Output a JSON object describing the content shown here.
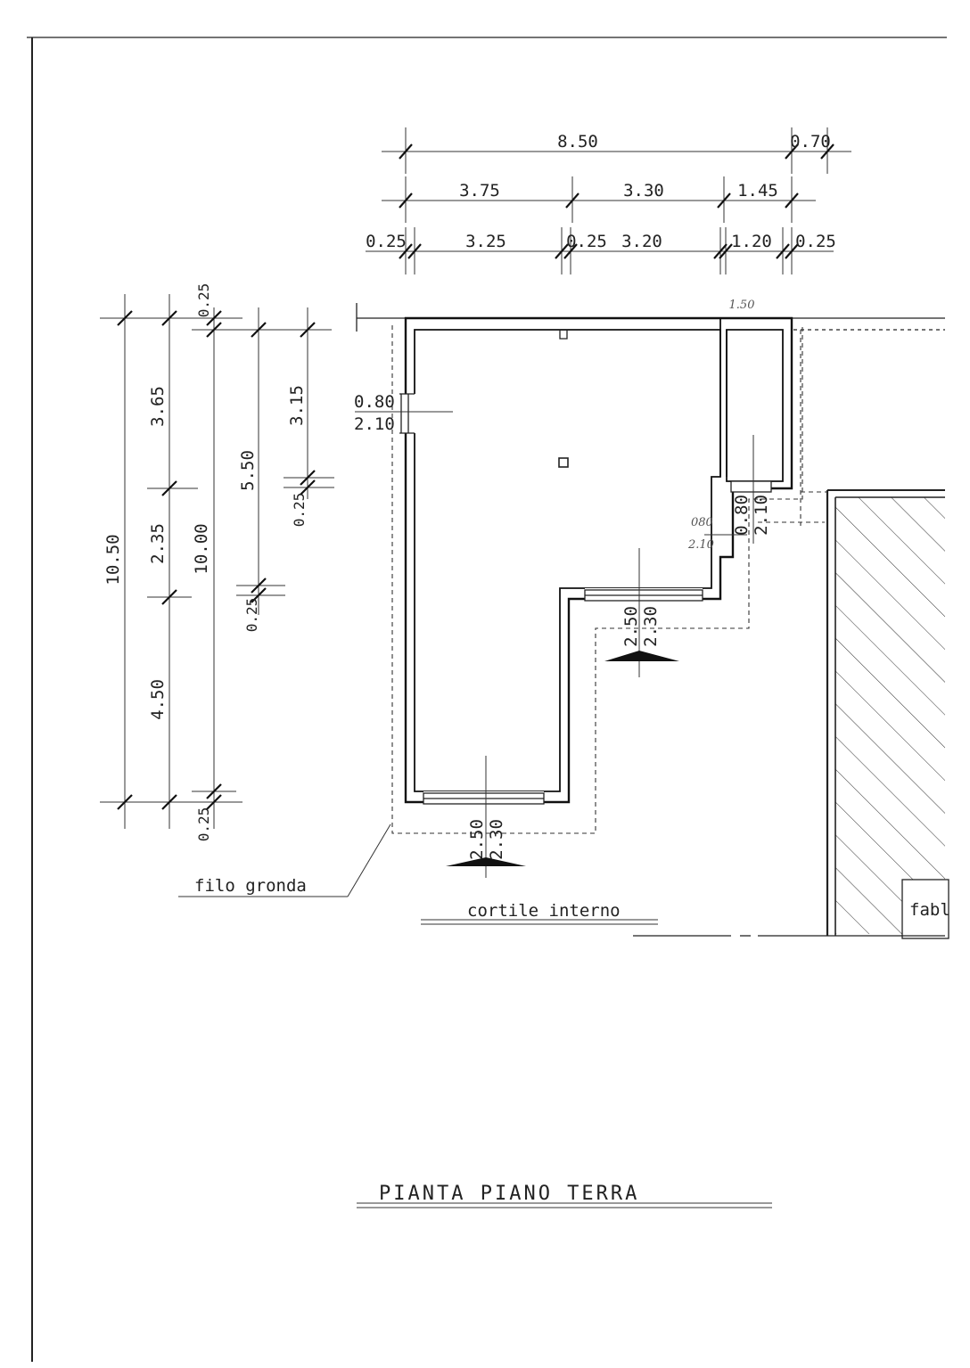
{
  "drawing": {
    "title": "PIANTA PIANO TERRA",
    "labels": {
      "eave_line": "filo gronda",
      "courtyard": "cortile interno",
      "neighbor_building": "fabl"
    },
    "top_dims": {
      "row1": [
        "8.50",
        "0.70"
      ],
      "row2": [
        "3.75",
        "3.30",
        "1.45"
      ],
      "row3": [
        "0.25",
        "3.25",
        "0.25",
        "3.20",
        "1.20",
        "0.25"
      ],
      "note": "1.50"
    },
    "left_dims": {
      "outer": "10.50",
      "chain_a": [
        "0.25",
        "3.65",
        "2.35",
        "4.50",
        "0.25"
      ],
      "inner": "10.00",
      "chain_b": [
        "5.50",
        "0.25"
      ],
      "chain_c": [
        "3.15",
        "0.25"
      ]
    },
    "openings": {
      "window_west": [
        "0.80",
        "2.10"
      ],
      "door_inner_hand": [
        "080",
        "2.10"
      ],
      "door_inner": [
        "0.80",
        "2.10"
      ],
      "door_east": [
        "2.50",
        "2.30"
      ],
      "door_south": [
        "2.50",
        "2.30"
      ]
    }
  }
}
